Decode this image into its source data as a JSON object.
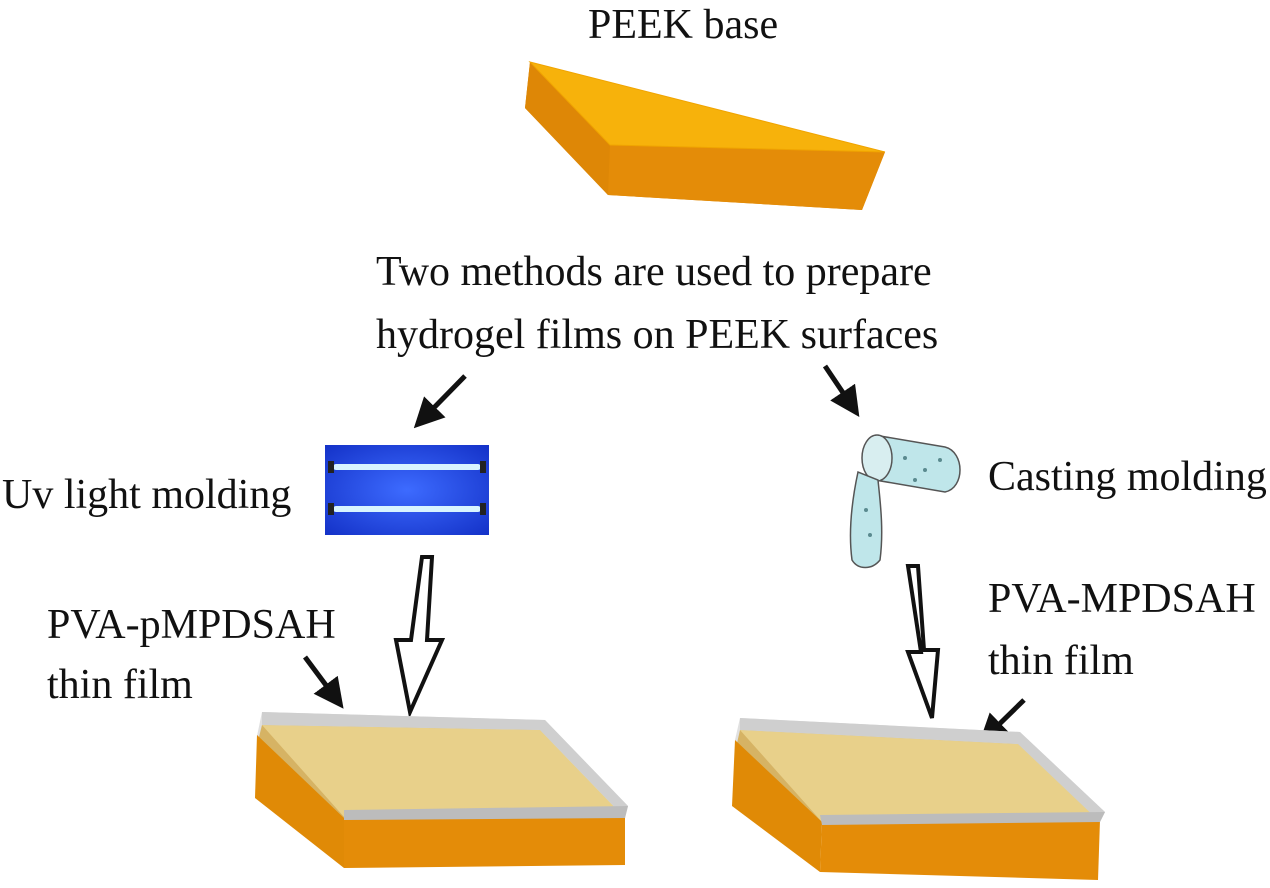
{
  "labels": {
    "base": "PEEK base",
    "intro_line1": "Two methods are used to prepare",
    "intro_line2": "hydrogel films on PEEK surfaces",
    "uv_method": "Uv light molding",
    "cast_method": "Casting molding",
    "left_film_line1": "PVA-pMPDSAH",
    "left_film_line2": "thin film",
    "right_film_line1": "PVA-MPDSAH",
    "right_film_line2": "thin film"
  },
  "colors": {
    "peek_top": "#f9b30d",
    "peek_side": "#e08a06",
    "peek_front": "#e48c08",
    "film_top": "#e8d08a",
    "film_edge": "#cfcfcf",
    "uv_panel": "#1f45e0",
    "uv_tube": "#d8f4ff",
    "cast_cup": "#bfe6ea",
    "arrow": "#111111"
  }
}
